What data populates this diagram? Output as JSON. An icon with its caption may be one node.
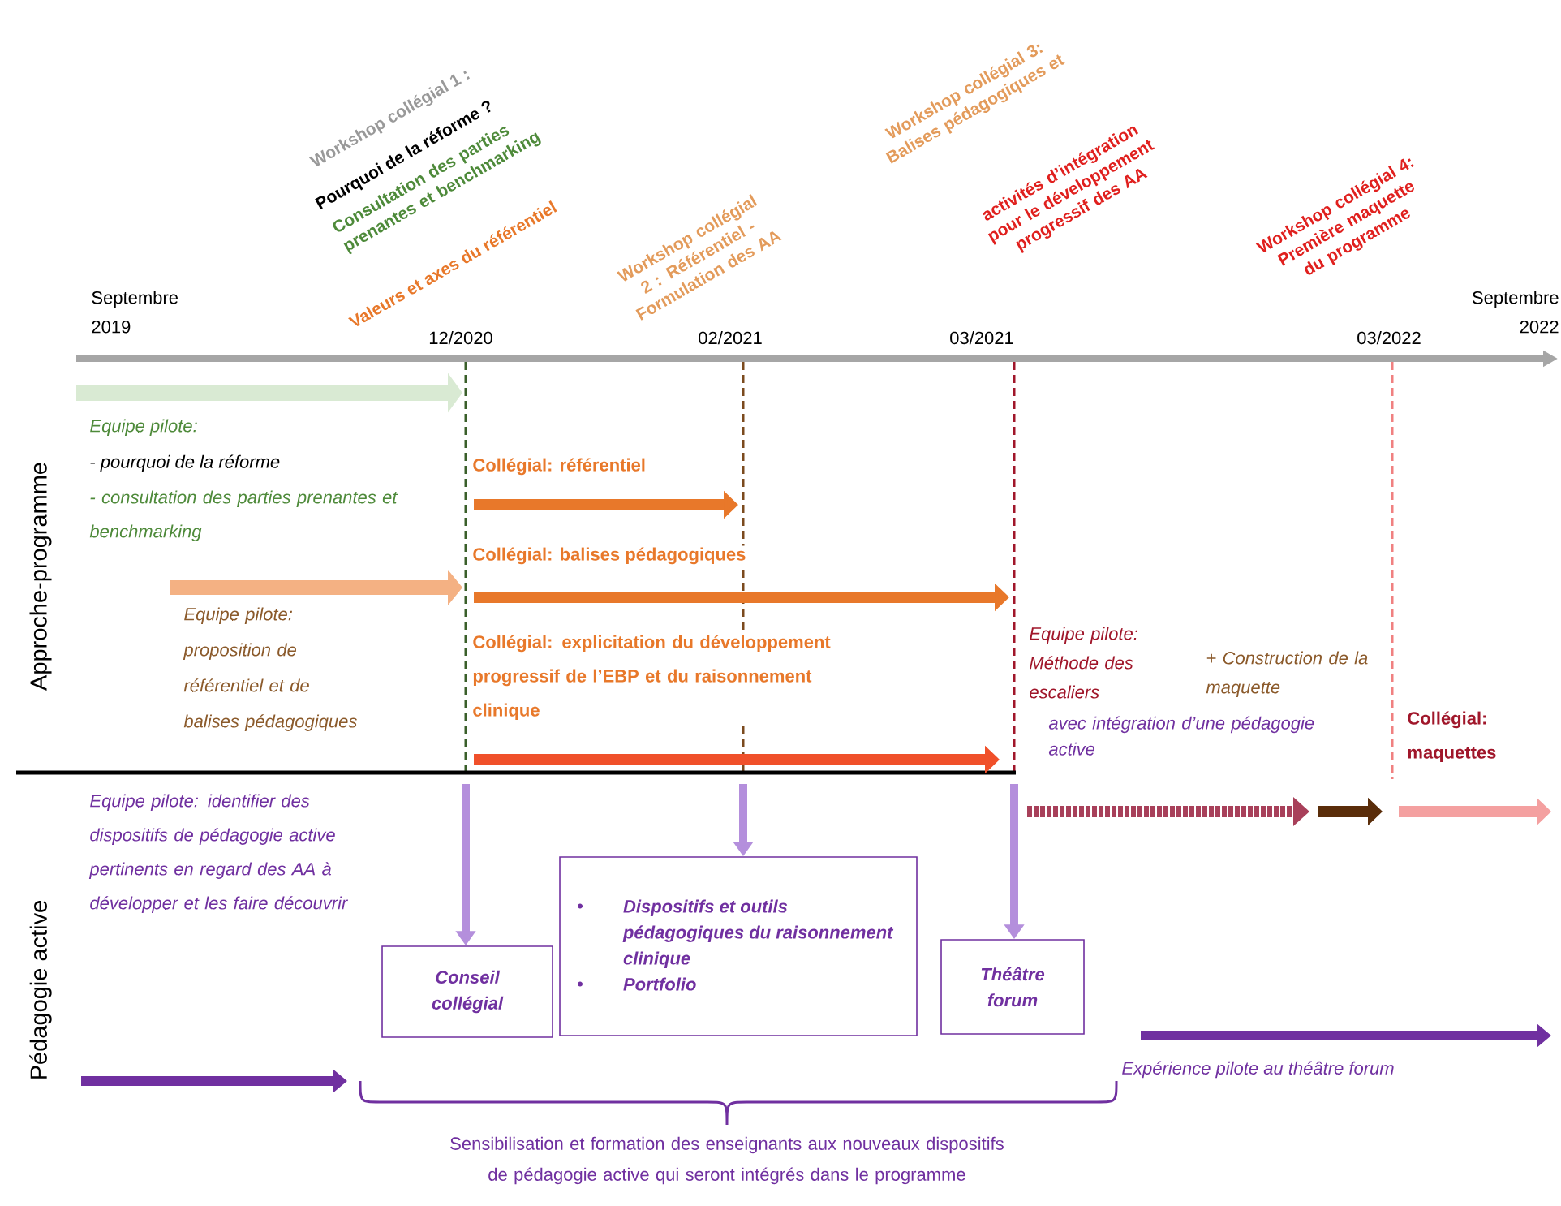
{
  "diagram": {
    "nodes": [
      {
        "text": [
          "Conseil collégial"
        ]
      },
      {
        "text": [
          "Dispositifs et outils pédagogiques du raisonnement clinique",
          "Portfolio"
        ]
      },
      {
        "text": [
          "Théâtre forum"
        ]
      }
    ],
    "edges": [
      {
        "from": null,
        "to": 0,
        "arrow": "to"
      },
      {
        "from": null,
        "to": 1,
        "arrow": "to"
      },
      {
        "from": null,
        "to": 2,
        "arrow": "to"
      }
    ],
    "labels": [
      "Septembre 2019",
      "12/2020",
      "02/2021",
      "03/2021",
      "03/2022",
      "Septembre 2022",
      "Workshop collégial 1 :",
      "Pourquoi de la réforme ?",
      "Consultation des parties prenantes et benchmarking",
      "Valeurs et axes du référentiel",
      "Workshop collégial 2 : Référentiel - Formulation des AA",
      "Workshop collégial 3: Balises pédagogiques et",
      "activités d’intégration pour le développement progressif des AA",
      "Workshop collégial 4: Première maquette du programme",
      "Approche-programme",
      "Pédagogie active",
      "Equipe pilote:",
      "- pourquoi de la réforme",
      "- consultation des parties prenantes et benchmarking",
      "Equipe pilote: proposition de référentiel et de balises pédagogiques",
      "Collégial: référentiel",
      "Collégial: balises pédagogiques",
      "Collégial: explicitation du développement progressif de l’EBP et du raisonnement clinique",
      "Equipe pilote: Méthode des escaliers",
      "+ Construction de la maquette",
      "avec intégration d’une pédagogie active",
      "Collégial: maquettes",
      "Equipe pilote: identifier des dispositifs de pédagogie active pertinents en regard des AA à développer et les faire découvrir",
      "Expérience pilote au théâtre forum",
      "Sensibilisation et formation des enseignants aux nouveaux dispositifs de pédagogie active qui seront intégrés dans le programme"
    ]
  }
}
